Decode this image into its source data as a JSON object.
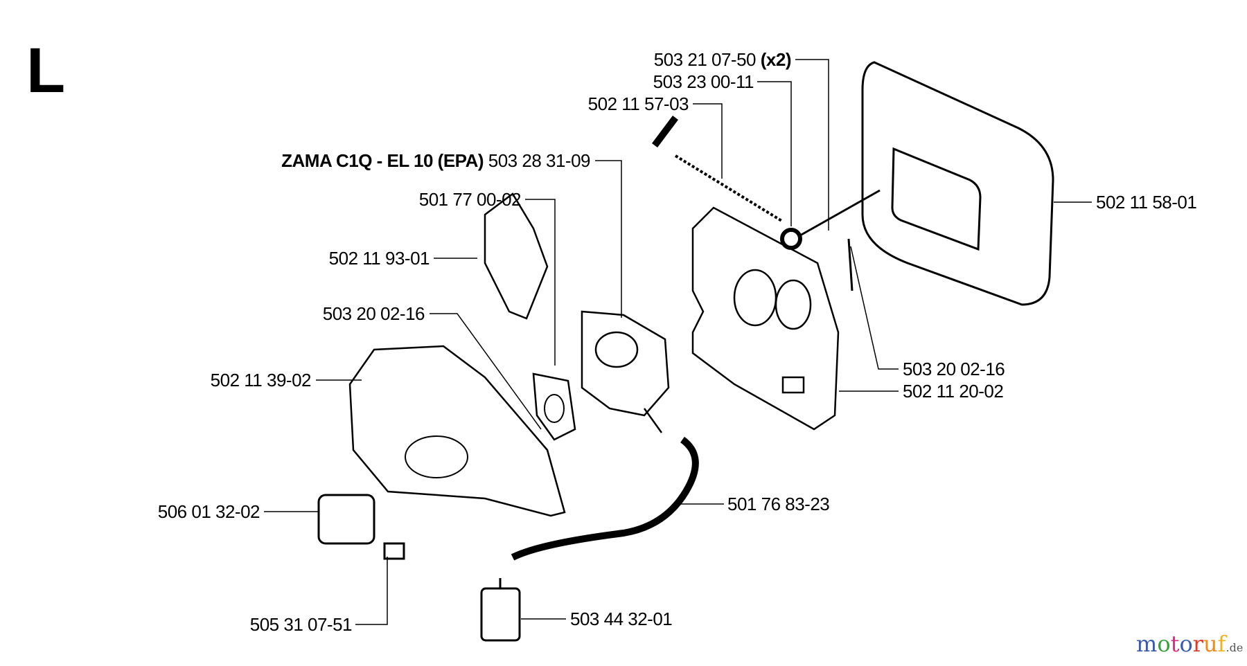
{
  "section_letter": "L",
  "carburetor_model": "ZAMA C1Q - EL 10 (EPA)",
  "parts": {
    "p1": {
      "number": "503 21 07-50",
      "qty": "(x2)"
    },
    "p2": "503 23 00-11",
    "p3": "502 11 57-03",
    "p4": "503 28 31-09",
    "p5": "501 77 00-02",
    "p6": "502 11 93-01",
    "p7": "503 20 02-16",
    "p8": "502 11 39-02",
    "p9": "506 01 32-02",
    "p10": "505 31 07-51",
    "p11": "503 44 32-01",
    "p12": "501 76 83-23",
    "p13": "502 11 20-02",
    "p14": "503 20 02-16",
    "p15": "502 11 58-01"
  },
  "watermark": {
    "name": "motoruf",
    "tld": ".de",
    "colors": [
      "#3a5bb0",
      "#3aa03a",
      "#d8307a",
      "#3a5bb0",
      "#e03a2a",
      "#f08a1a",
      "#f0b020"
    ]
  }
}
